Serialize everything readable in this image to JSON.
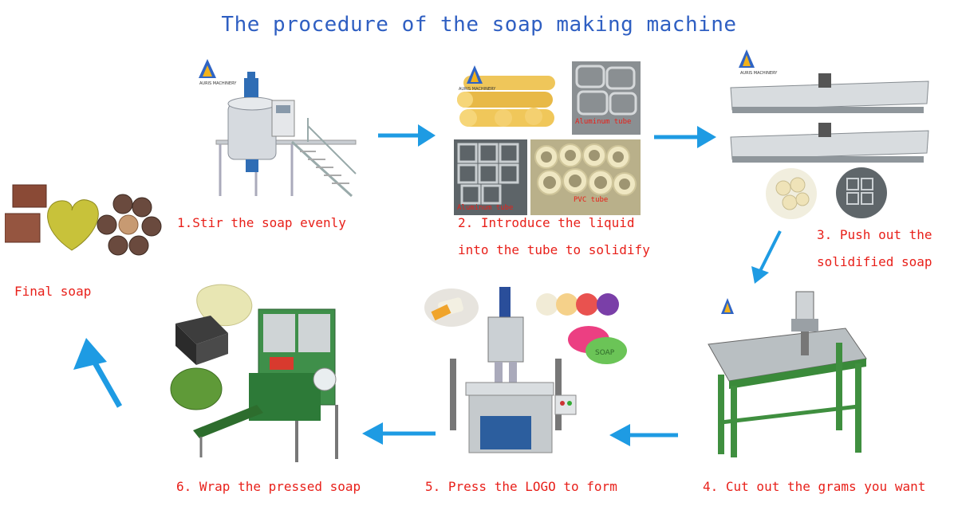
{
  "title": "The procedure of the soap making machine",
  "colors": {
    "title": "#2f5fc2",
    "caption": "#e8201a",
    "arrow": "#1e9be3"
  },
  "steps": {
    "s1": {
      "caption": "1.Stir the soap evenly"
    },
    "s2": {
      "caption_line1": "2. Introduce the liquid",
      "caption_line2": "into the tube to solidify",
      "photo_label_top": "Aluminum tube",
      "photo_label_bottom": "Aluminum tube",
      "photo_label_right": "PVC tube"
    },
    "s3": {
      "caption_line1": "3. Push out the",
      "caption_line2": "solidified soap"
    },
    "s4": {
      "caption": "4. Cut out the grams you want"
    },
    "s5": {
      "caption": "5. Press the LOGO to form",
      "soap_stamp": "SOAP"
    },
    "s6": {
      "caption": "6. Wrap the pressed soap"
    },
    "final": {
      "caption": "Final soap"
    }
  },
  "brand": "AURIS MACHINERY"
}
